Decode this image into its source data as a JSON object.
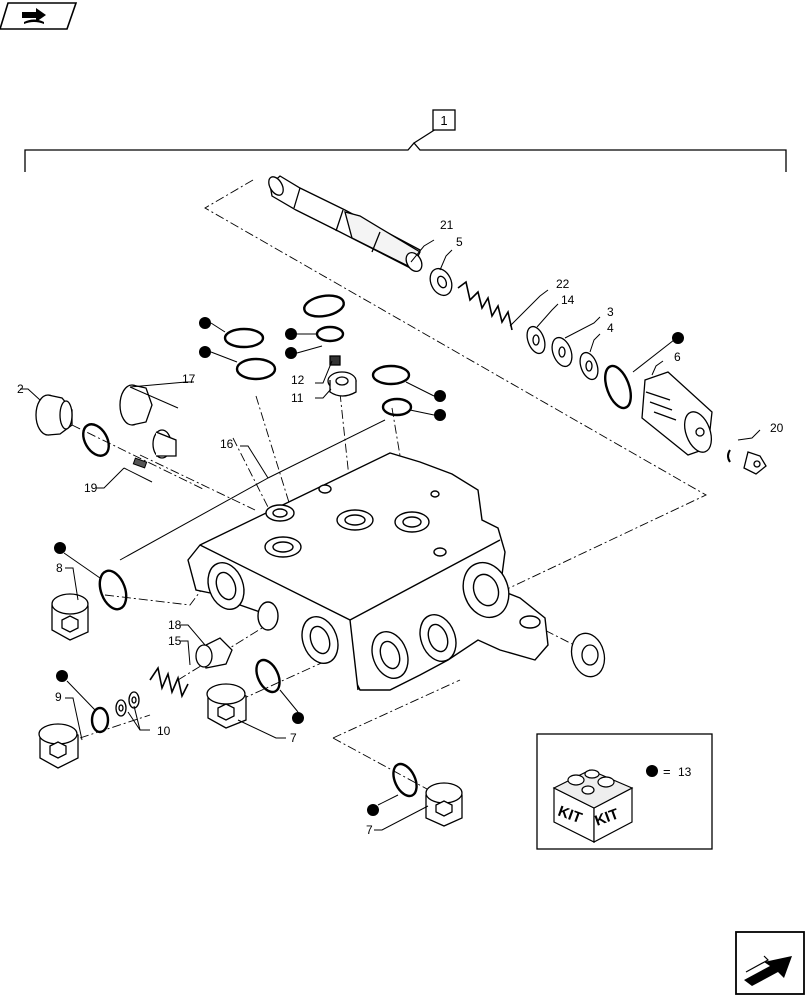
{
  "callouts": {
    "c1": "1",
    "c2": "2",
    "c3": "3",
    "c4": "4",
    "c5": "5",
    "c6": "6",
    "c7a": "7",
    "c7b": "7",
    "c8": "8",
    "c9": "9",
    "c10": "10",
    "c11": "11",
    "c12": "12",
    "c14": "14",
    "c15": "15",
    "c16": "16",
    "c17": "17",
    "c18": "18",
    "c19": "19",
    "c20": "20",
    "c21": "21",
    "c22": "22"
  },
  "kit": {
    "label_left": "KIT",
    "label_right": "KIT",
    "legend_equals": "=",
    "legend_number": "13"
  },
  "icons": {
    "top_left": "book-arrow-icon",
    "bottom_right": "next-page-arrow-icon"
  }
}
